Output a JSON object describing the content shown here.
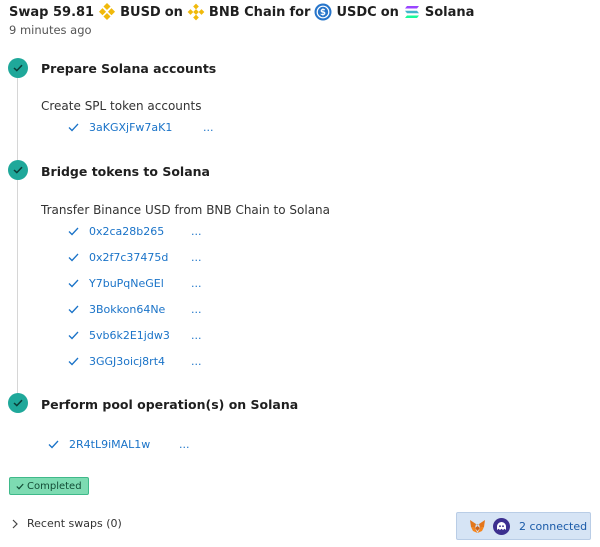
{
  "swap": {
    "prefix": "Swap 59.81",
    "from_token": "BUSD",
    "on1": "on",
    "from_chain": "BNB Chain",
    "for": "for",
    "to_token": "USDC",
    "on2": "on",
    "to_chain": "Solana",
    "time_ago": "9 minutes ago"
  },
  "steps": [
    {
      "title": "Prepare Solana accounts",
      "description": "Create SPL token accounts",
      "transactions": [
        "3aKGXjFw7aK1"
      ]
    },
    {
      "title": "Bridge tokens to Solana",
      "description": "Transfer Binance USD from BNB Chain to Solana",
      "transactions": [
        "0x2ca28b265",
        "0x2f7c37475d",
        "Y7buPqNeGEl",
        "3Bokkon64Ne",
        "5vb6k2E1jdw3",
        "3GGJ3oicj8rt4"
      ]
    },
    {
      "title": "Perform pool operation(s) on Solana",
      "description": "",
      "transactions": [
        "2R4tL9iMAL1w"
      ]
    }
  ],
  "truncation": "...",
  "status": {
    "label": "Completed"
  },
  "recent_swaps": {
    "label": "Recent swaps (0)"
  },
  "wallets": {
    "label": "2 connected"
  },
  "colors": {
    "step_icon": "#1fa89a",
    "link": "#1a73c8",
    "badge_bg": "#7ddbb2",
    "wallet_bg": "#d6e4f5"
  },
  "icons": {
    "busd": "busd-icon",
    "bnb": "bnb-chain-icon",
    "usdc": "usdc-icon",
    "solana": "solana-icon",
    "step_done": "check-circle-icon",
    "tx_done": "check-icon",
    "metamask": "metamask-icon",
    "phantom": "phantom-icon"
  }
}
